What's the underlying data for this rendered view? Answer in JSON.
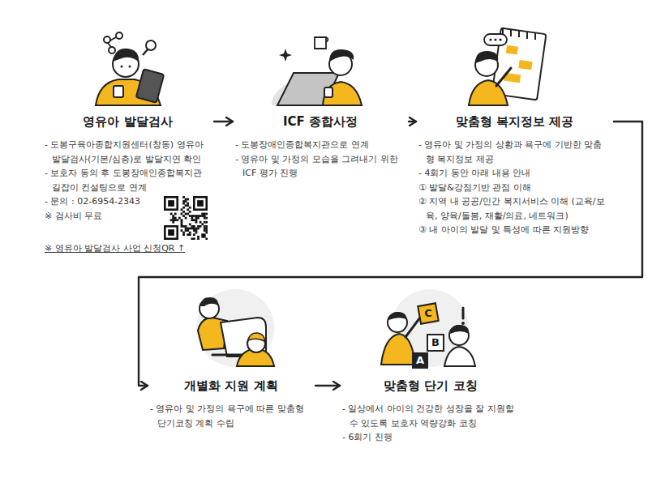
{
  "diagram": {
    "nodes": [
      {
        "text": [
          "영유아 발달검사",
          "- 도봉구육아종합지원센터(창동) 영유아 발달검사(기본/심층)로 발달지연 확인",
          "- 보호자 동의 후 도봉장애인종합복지관 길잡이 컨설팅으로 연계",
          "- 문의 : 02-6954-2343",
          "※ 검사비 무료",
          "※ 영유아 발달검사 사업 신청QR ↑"
        ]
      },
      {
        "text": [
          "ICF 종합사정",
          "- 도봉장애인종합복지관으로 연계",
          "- 영유아 및 가정의 모습을 그려내기 위한 ICF 평가 진행"
        ]
      },
      {
        "text": [
          "맞춤형 복지정보 제공",
          "- 영유아 및 가정의 상황과 욕구에 기반한 맞춤형 복지정보 제공",
          "- 4회기 동안 아래 내용 안내",
          "① 발달&강점기반 관점 이해",
          "② 지역 내 공공/민간 복지서비스 이해 (교육/보육, 양육/돌봄, 재활/의료, 네트워크)",
          "③ 내 아이의 발달 및 특성에 따른 지원방향"
        ]
      },
      {
        "text": [
          "개별화 지원 계획",
          "- 영유아 및 가정의 욕구에 따른 맞춤형 단기코칭 계획 수립"
        ]
      },
      {
        "text": [
          "맞춤형 단기 코칭",
          "- 일상에서 아이의 건강한 성장을 잘 지원할 수 있도록 보호자 역량강화 코칭",
          "- 6회기 진행"
        ]
      }
    ],
    "edges": [
      {
        "from": 0,
        "to": 1,
        "arrow": "to"
      },
      {
        "from": 1,
        "to": 2,
        "arrow": "to"
      },
      {
        "from": 2,
        "to": 3,
        "arrow": "to"
      },
      {
        "from": 3,
        "to": 4,
        "arrow": "to"
      }
    ],
    "labels": [
      "C",
      "B",
      "A"
    ]
  }
}
